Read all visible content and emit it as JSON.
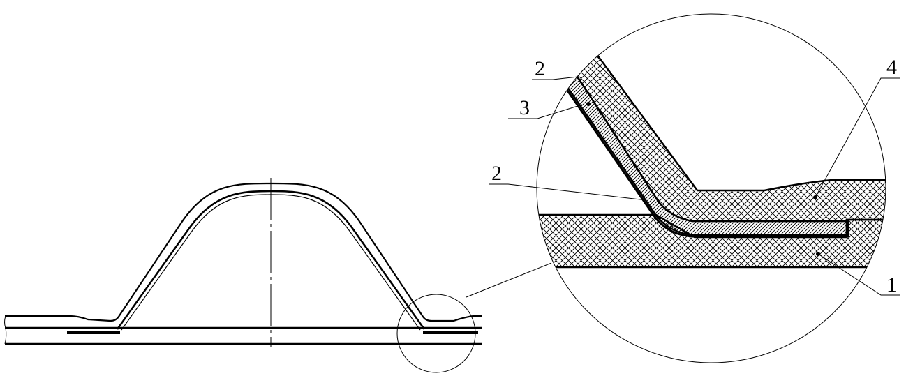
{
  "figure": {
    "labels": {
      "top_left_2": "2",
      "label_3": "3",
      "middle_2": "2",
      "label_4": "4",
      "label_1": "1"
    },
    "colors": {
      "ink": "#000000",
      "background": "#ffffff"
    }
  }
}
